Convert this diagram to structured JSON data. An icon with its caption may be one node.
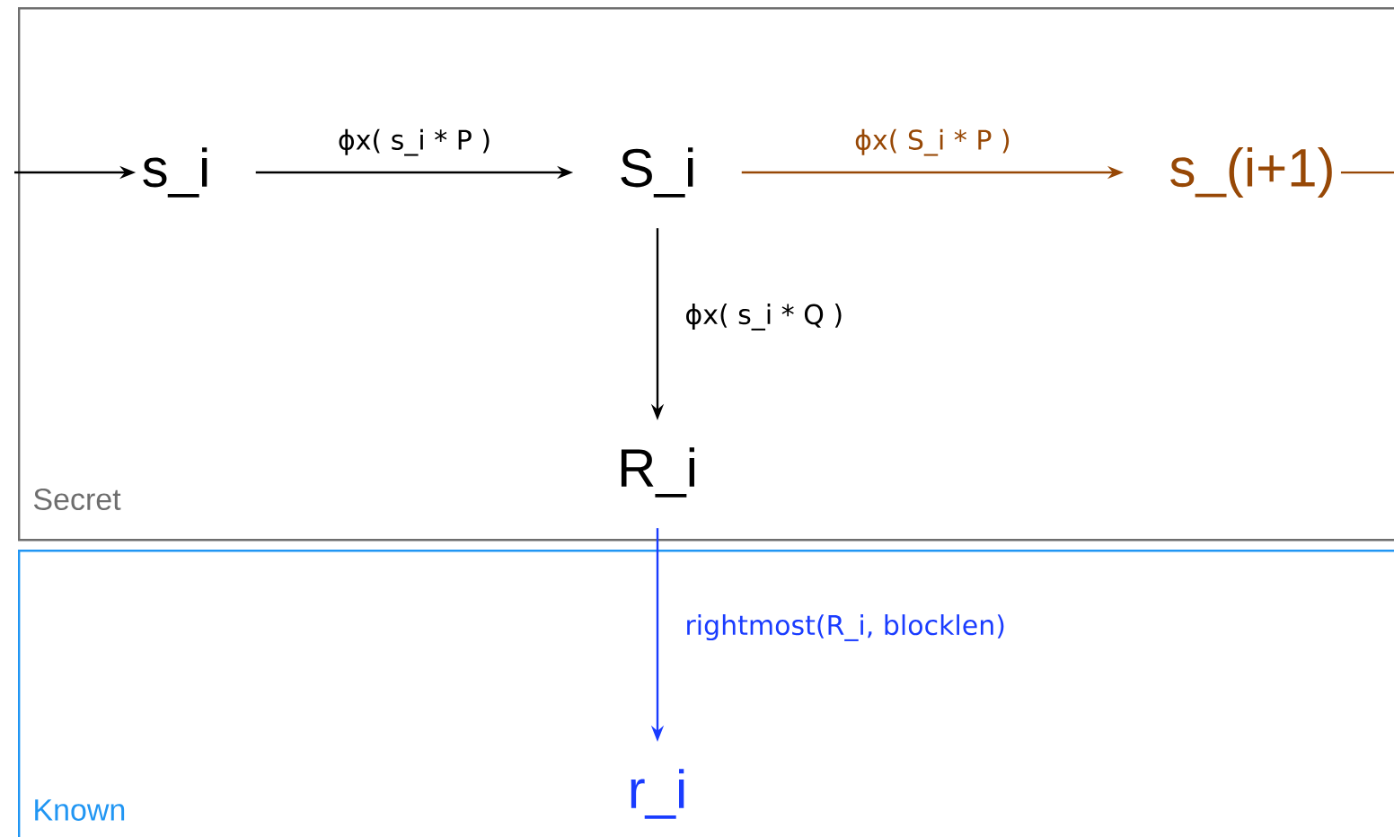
{
  "diagram": {
    "nodes": [
      {
        "text": [
          "Secret"
        ]
      },
      {
        "text": [
          "s_i"
        ],
        "in": 0
      },
      {
        "text": [
          "S_i"
        ],
        "in": 0
      },
      {
        "text": [
          "s_(i+1)"
        ],
        "in": 0
      },
      {
        "text": [
          "R_i"
        ],
        "in": 0
      },
      {
        "text": [
          "Known"
        ]
      },
      {
        "text": [
          "r_i"
        ],
        "in": 5
      }
    ],
    "edges": [
      {
        "from": null,
        "to": 1,
        "arrow": "to"
      },
      {
        "from": 1,
        "to": 2,
        "arrow": "to",
        "label": "ϕx( s_i * P )"
      },
      {
        "from": 2,
        "to": 3,
        "arrow": "to",
        "label": "ϕx( S_i * P )",
        "color": "#974806"
      },
      {
        "from": 2,
        "to": 4,
        "arrow": "to",
        "label": "ϕx( s_i * Q )"
      },
      {
        "from": 4,
        "to": 6,
        "arrow": "to",
        "label": "rightmost(R_i, blocklen)",
        "color": "#1a3cff"
      },
      {
        "from": 3,
        "to": null,
        "arrow": "none",
        "color": "#974806"
      }
    ]
  }
}
